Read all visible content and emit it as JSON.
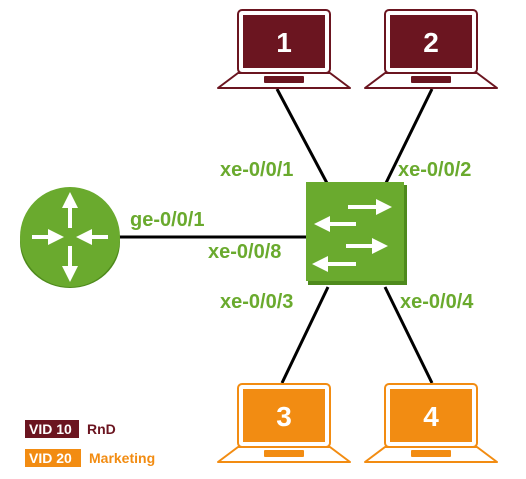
{
  "colors": {
    "maroon": "#6b1520",
    "orange": "#f28c12",
    "green": "#6aaa2e",
    "green_dark": "#4e8a1c",
    "link": "#000000"
  },
  "hosts": [
    {
      "label": "1",
      "vlan": "VID 10"
    },
    {
      "label": "2",
      "vlan": "VID 10"
    },
    {
      "label": "3",
      "vlan": "VID 20"
    },
    {
      "label": "4",
      "vlan": "VID 20"
    }
  ],
  "router": {
    "icon": "router-icon",
    "port": "ge-0/0/1"
  },
  "switch": {
    "icon": "switch-icon",
    "ports": {
      "p1": "xe-0/0/1",
      "p2": "xe-0/0/2",
      "p3": "xe-0/0/3",
      "p4": "xe-0/0/4",
      "p8": "xe-0/0/8"
    }
  },
  "legend": [
    {
      "vid": "VID 10",
      "name": "RnD",
      "color": "#6b1520"
    },
    {
      "vid": "VID 20",
      "name": "Marketing",
      "color": "#f28c12"
    }
  ]
}
